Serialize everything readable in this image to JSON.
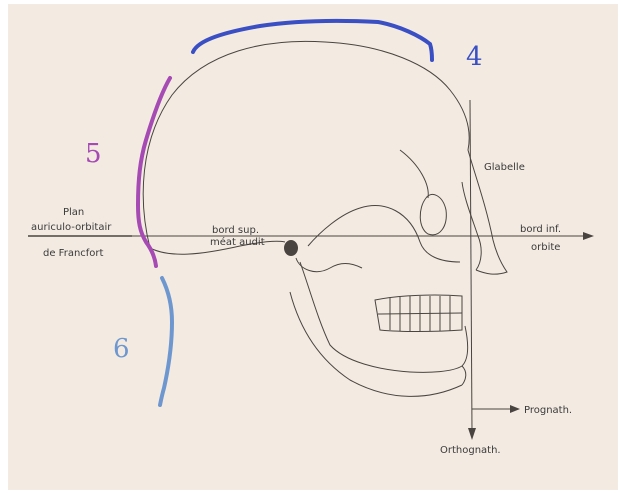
{
  "labels": {
    "plan_line1": "Plan",
    "plan_line2": "auriculo-orbitair",
    "plan_line3": "de Francfort",
    "bord_sup_line1": "bord sup.",
    "bord_sup_line2": "méat audit",
    "glabelle": "Glabelle",
    "bord_inf_line1": "bord inf.",
    "bord_inf_line2": "orbite",
    "prognath": "Prognath.",
    "orthognath": "Orthognath."
  },
  "markers": [
    {
      "id": "4",
      "text": "4",
      "color": "#3a4fc4"
    },
    {
      "id": "5",
      "text": "5",
      "color": "#a64ab4"
    },
    {
      "id": "6",
      "text": "6",
      "color": "#6f97cf"
    }
  ]
}
